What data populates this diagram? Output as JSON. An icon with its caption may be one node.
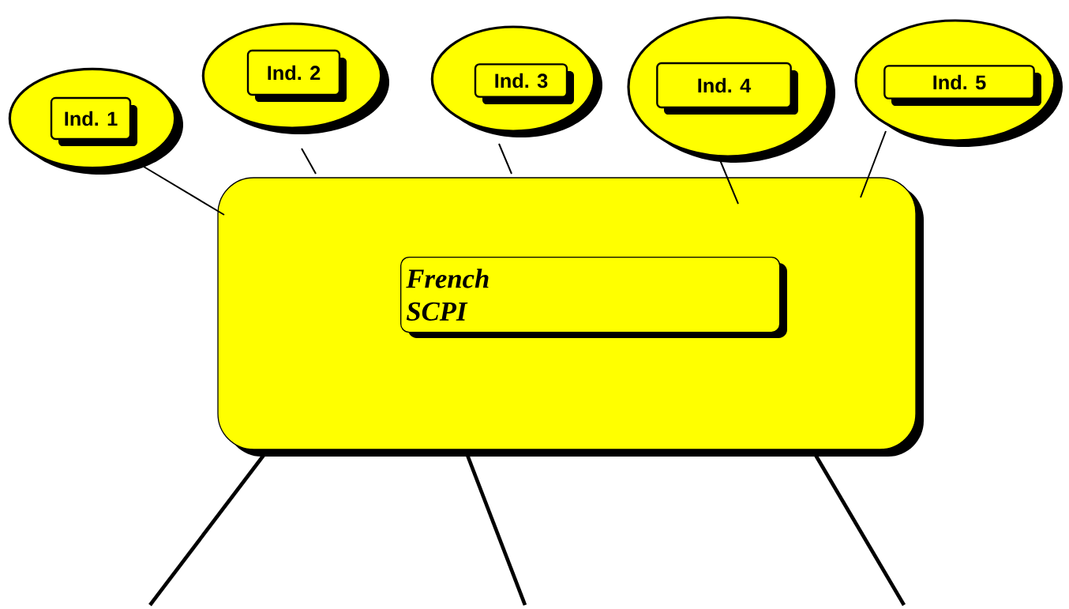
{
  "diagram": {
    "nodes": [
      {
        "text": [],
        "shape": "ellipse"
      },
      {
        "text": [
          "Ind. 1"
        ],
        "in": 0
      },
      {
        "text": [],
        "shape": "ellipse"
      },
      {
        "text": [
          "Ind. 2"
        ],
        "in": 2
      },
      {
        "text": [],
        "shape": "ellipse"
      },
      {
        "text": [
          "Ind. 3"
        ],
        "in": 4
      },
      {
        "text": [],
        "shape": "ellipse"
      },
      {
        "text": [
          "Ind. 4"
        ],
        "in": 6
      },
      {
        "text": [],
        "shape": "ellipse"
      },
      {
        "text": [
          "Ind. 5"
        ],
        "in": 8
      },
      {
        "text": [],
        "shape": "box"
      },
      {
        "text": [
          "French SCPI"
        ],
        "in": 10
      }
    ],
    "edges": [
      {
        "from": 0,
        "to": 10,
        "arrow": "none"
      },
      {
        "from": 2,
        "to": 10,
        "arrow": "none"
      },
      {
        "from": 4,
        "to": 10,
        "arrow": "none"
      },
      {
        "from": 6,
        "to": 10,
        "arrow": "none"
      },
      {
        "from": 8,
        "to": 10,
        "arrow": "none"
      },
      {
        "from": 10,
        "to": null,
        "arrow": "none",
        "style": "thick"
      },
      {
        "from": 10,
        "to": null,
        "arrow": "none",
        "style": "thick"
      },
      {
        "from": 10,
        "to": null,
        "arrow": "none",
        "style": "thick"
      }
    ]
  }
}
